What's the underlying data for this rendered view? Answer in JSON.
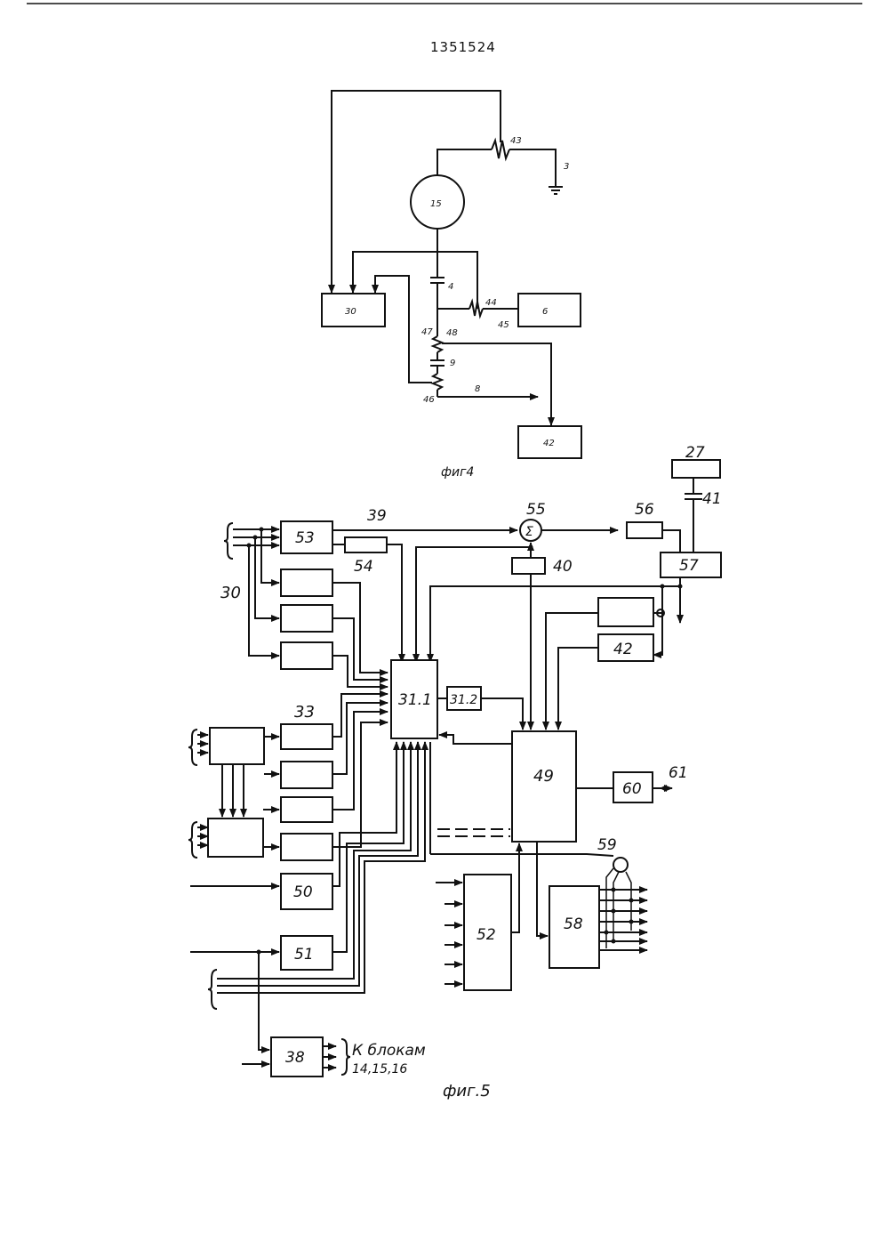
{
  "document": {
    "number": "1351524"
  },
  "fig4": {
    "caption": "фиг4",
    "labels": {
      "gen": "15",
      "b30": "30",
      "b6": "6",
      "b42": "42",
      "n43": "43",
      "n3": "3",
      "n4": "4",
      "n44": "44",
      "n45": "45",
      "n47": "47",
      "n48": "48",
      "n9": "9",
      "n46": "46",
      "n8": "8"
    }
  },
  "fig5": {
    "caption": "фиг.5",
    "labels": {
      "b53": "53",
      "b54": "54",
      "n39": "39",
      "n30": "30",
      "n33": "33",
      "b311": "31.1",
      "b312": "31.2",
      "b49": "49",
      "b50": "50",
      "b51": "51",
      "b52": "52",
      "b58": "58",
      "b60": "60",
      "n61": "61",
      "n59": "59",
      "n55": "55",
      "sigma": "Σ",
      "b56": "56",
      "b57": "57",
      "b40": "40",
      "b27": "27",
      "n41": "41",
      "b42": "42",
      "b38": "38",
      "note_line1": "К блокам",
      "note_line2": "14,15,16"
    }
  }
}
